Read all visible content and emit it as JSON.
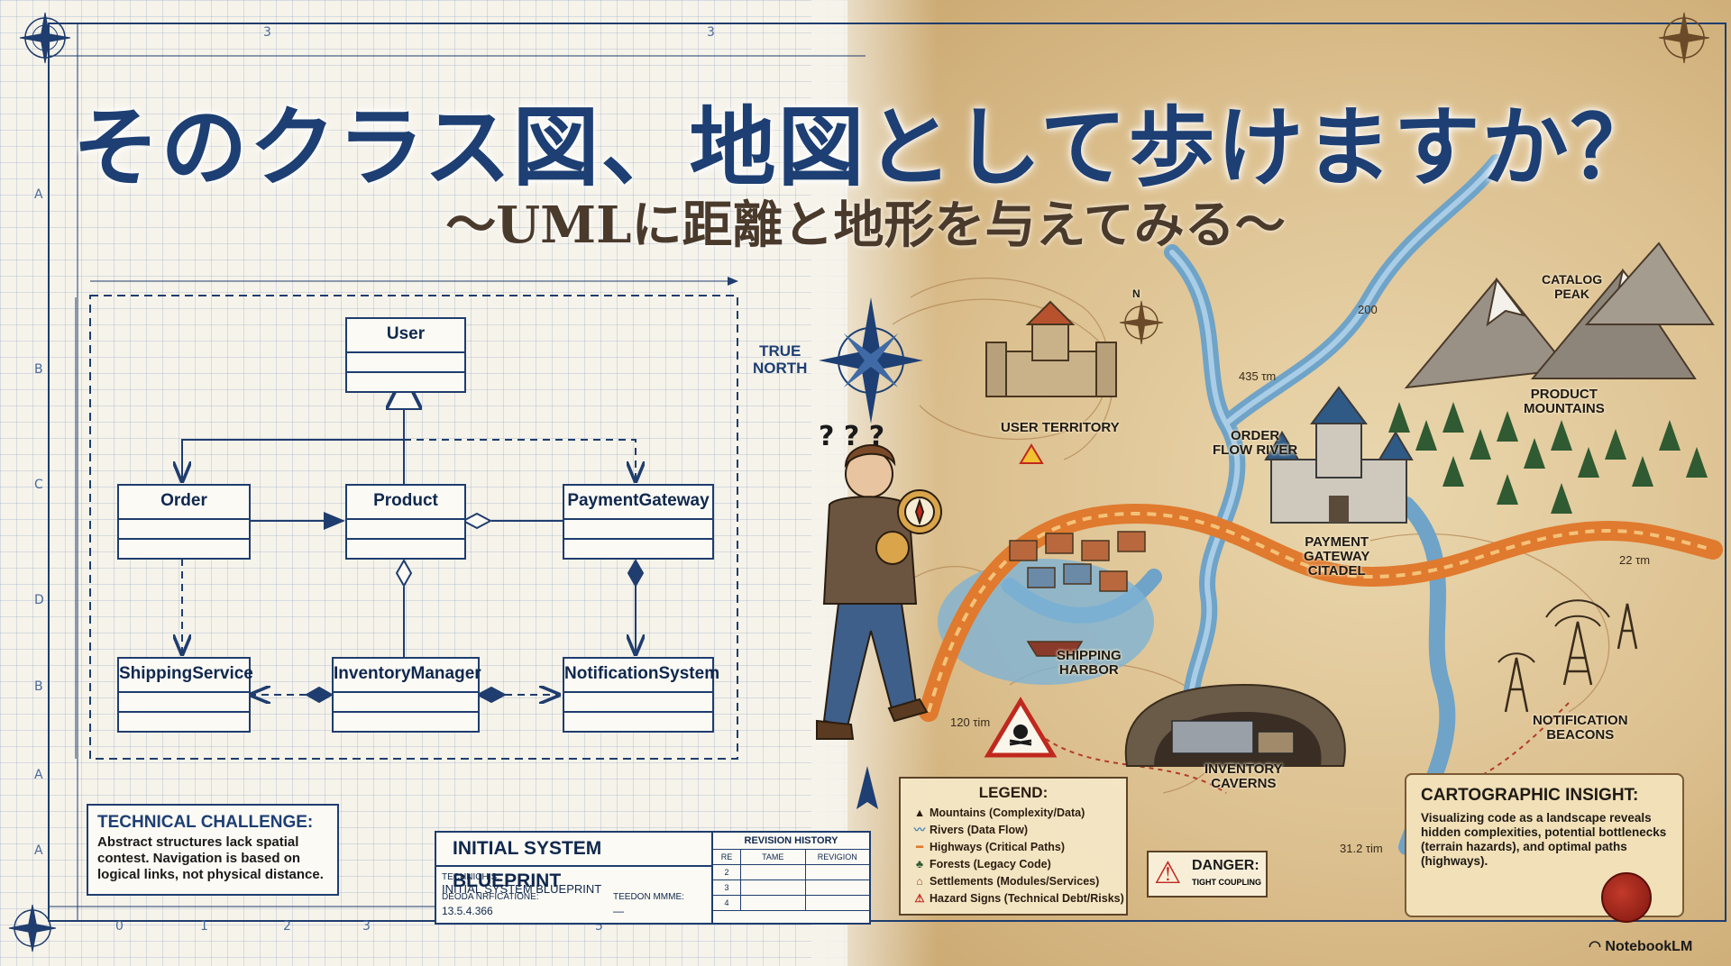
{
  "title": "そのクラス図、地図として歩けますか？",
  "subtitle": "〜UMLに距離と地形を与えてみる〜",
  "classes": {
    "user": "User",
    "order": "Order",
    "product": "Product",
    "payment_gateway": "PaymentGateway",
    "shipping_service": "ShippingService",
    "inventory_manager": "InventoryManager",
    "notification_system": "NotificationSystem"
  },
  "blueprint_axes": {
    "x": [
      "0",
      "1",
      "2",
      "3",
      "5"
    ],
    "y": [
      "A",
      "B",
      "C",
      "D",
      "B",
      "A",
      "A"
    ],
    "top": [
      "3",
      "3"
    ]
  },
  "technical_challenge": {
    "heading": "TECHNICAL CHALLENGE:",
    "body": "Abstract structures lack spatial contest. Navigation is based on logical links, not physical distance."
  },
  "title_block": {
    "title": "INITIAL SYSTEM BLUEPRINT",
    "label1": "TECHNICHIS:",
    "value1": "INITIAL SYSTEM BLUEPRINT",
    "label2": "DEODA NRFICATIONE:",
    "value2": "13.5.4.366",
    "label3": "TEEDON MMME:",
    "value3": "—",
    "revision_heading": "REVISION HISTORY",
    "revision_columns": [
      "RE",
      "TAME",
      "REVIGION"
    ],
    "revision_rows": [
      "2",
      "3",
      "4"
    ]
  },
  "true_north": "TRUE\nNORTH",
  "compass_n": "N",
  "map_labels": {
    "user_territory": "USER TERRITORY",
    "order_flow_river": "ORDER\nFLOW RIVER",
    "catalog_peak": "CATALOG\nPEAK",
    "product_mountains": "PRODUCT\nMOUNTAINS",
    "payment_gateway_citadel": "PAYMENT\nGATEWAY\nCITADEL",
    "shipping_harbor": "SHIPPING\nHARBOR",
    "inventory_caverns": "INVENTORY\nCAVERNS",
    "notification_beacons": "NOTIFICATION\nBEACONS"
  },
  "distances": {
    "d200": "200",
    "d435": "435 τm",
    "d22": "22 τm",
    "d120": "120 τim",
    "d312": "31.2 τim"
  },
  "legend": {
    "heading": "LEGEND:",
    "items": [
      {
        "icon": "mountain-icon",
        "label": "Mountains (Complexity/Data)"
      },
      {
        "icon": "river-icon",
        "label": "Rivers (Data Flow)"
      },
      {
        "icon": "highway-icon",
        "label": "Highways (Critical Paths)"
      },
      {
        "icon": "forest-icon",
        "label": "Forests (Legacy Code)"
      },
      {
        "icon": "settlement-icon",
        "label": "Settlements (Modules/Services)"
      },
      {
        "icon": "hazard-icon",
        "label": "Hazard Signs (Technical Debt/Risks)"
      }
    ]
  },
  "danger": {
    "heading": "DANGER:",
    "sub": "TIGHT COUPLING"
  },
  "insight": {
    "heading": "CARTOGRAPHIC INSIGHT:",
    "body": "Visualizing code as a landscape reveals hidden complexities, potential bottlenecks (terrain hazards), and optimal paths (highways)."
  },
  "brand": "NotebookLM",
  "colors": {
    "blueprint_ink": "#1f3d6e",
    "title_blue": "#1d3f73",
    "highway_orange": "#e07a2e",
    "river_blue": "#6fa3c8",
    "hazard_red": "#c0281e"
  }
}
